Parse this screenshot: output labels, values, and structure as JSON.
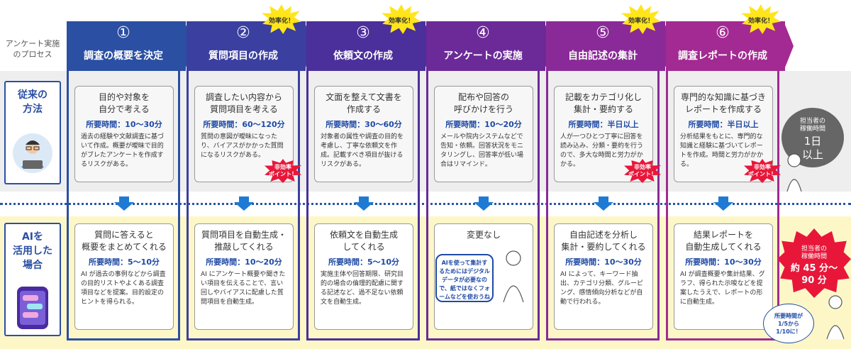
{
  "process_label": "アンケート実施\nのプロセス",
  "row_old_label": "従来の\n方法",
  "row_ai_label": "AIを\n活用した\n場合",
  "colors": {
    "accent_blue": "#1f4aa5",
    "arrow_blue": "#1f7ad4",
    "red": "#e8173a",
    "yellow": "#ffe51a"
  },
  "steps": [
    {
      "num": "①",
      "title": "調査の概要を決定",
      "color": "#2a4fa3",
      "old_title": "目的や対象を\n自分で考える",
      "old_time": "所要時間：10～30分",
      "old_desc": "過去の経験や文献調査に基づいて作成。概要が曖昧で目的がブレたアンケートを作成するリスクがある。",
      "ai_title": "質問に答えると\n概要をまとめてくれる",
      "ai_time": "所要時間：5～10分",
      "ai_desc": "AI が過去の事例などから調査の目的リストやよくある調査項目などを提案。目的設定のヒントを得られる。",
      "efficiency": "",
      "inefficient": ""
    },
    {
      "num": "②",
      "title": "質問項目の作成",
      "color": "#3b3fa0",
      "old_title": "調査したい内容から\n質問項目を考える",
      "old_time": "所要時間：60～120分",
      "old_desc": "質問の意図が曖昧になったり、バイアスがかかった質問になるリスクがある。",
      "ai_title": "質問項目を自動生成・\n推敲してくれる",
      "ai_time": "所要時間：10～20分",
      "ai_desc": "AI にアンケート概要や聞きたい項目を伝えることで、言い回しやバイアスに配慮した質問項目を自動生成。",
      "efficiency": "効率化！",
      "inefficient": "非効率\nポイント！"
    },
    {
      "num": "③",
      "title": "依頼文の作成",
      "color": "#4b2f9a",
      "old_title": "文面を整えて文書を\n作成する",
      "old_time": "所要時間：30～60分",
      "old_desc": "対象者の属性や調査の目的を考慮し、丁寧な依頼文を作成。記載すべき項目が抜けるリスクがある。",
      "ai_title": "依頼文を自動生成\nしてくれる",
      "ai_time": "所要時間：5～10分",
      "ai_desc": "実施主体や回答期限、研究目的の場合の倫理的配慮に関する記述など、過不足ない依頼文を自動生成。",
      "efficiency": "効率化！",
      "inefficient": ""
    },
    {
      "num": "④",
      "title": "アンケートの実施",
      "color": "#6b2a98",
      "old_title": "配布や回答の\n呼びかけを行う",
      "old_time": "所要時間：10～20分",
      "old_desc": "メールや院内システムなどで告知・依頼。回答状況をモニタリングし、回答率が低い場合はリマインド。",
      "ai_title": "変更なし",
      "ai_time": "",
      "ai_desc": "",
      "efficiency": "",
      "inefficient": ""
    },
    {
      "num": "⑤",
      "title": "自由記述の集計",
      "color": "#8a2a98",
      "old_title": "記載をカテゴリ化し\n集計・要約する",
      "old_time": "所要時間：半日以上",
      "old_desc": "人が一つひとつ丁寧に回答を読み込み、分類・要約を行うので、多大な時間と労力がかかる。",
      "ai_title": "自由記述を分析し\n集計・要約してくれる",
      "ai_time": "所要時間：10～30分",
      "ai_desc": "AI によって、キーワード抽出、カテゴリ分類、グルーピング、感情傾向分析などが自動で行われる。",
      "efficiency": "効率化！",
      "inefficient": "非効率\nポイント！"
    },
    {
      "num": "⑥",
      "title": "調査レポートの作成",
      "color": "#a32a92",
      "old_title": "専門的な知識に基づき\nレポートを作成する",
      "old_time": "所要時間：半日以上",
      "old_desc": "分析結果をもとに、専門的な知識と経験に基づいてレポートを作成。時間と労力がかかる。",
      "ai_title": "結果レポートを\n自動生成してくれる",
      "ai_time": "所要時間：10～30分",
      "ai_desc": "AI が調査概要や集計結果、グラフ、得られた示唆などを提案したうえで、レポートの形に自動生成。",
      "efficiency": "効率化！",
      "inefficient": "非効率\nポイント！"
    }
  ],
  "ai_note": "AIを使って集計するためにはデジタルデータが必要なので、紙ではなくフォームなどを使おうね",
  "summary_old_label": "担当者の\n稼働時間",
  "summary_old_value": "1日\n以上",
  "summary_ai_label": "担当者の\n稼働時間",
  "summary_ai_value": "約 45 分～\n90 分",
  "ratio_note": "所要時間が\n1/5から\n1/10に！"
}
